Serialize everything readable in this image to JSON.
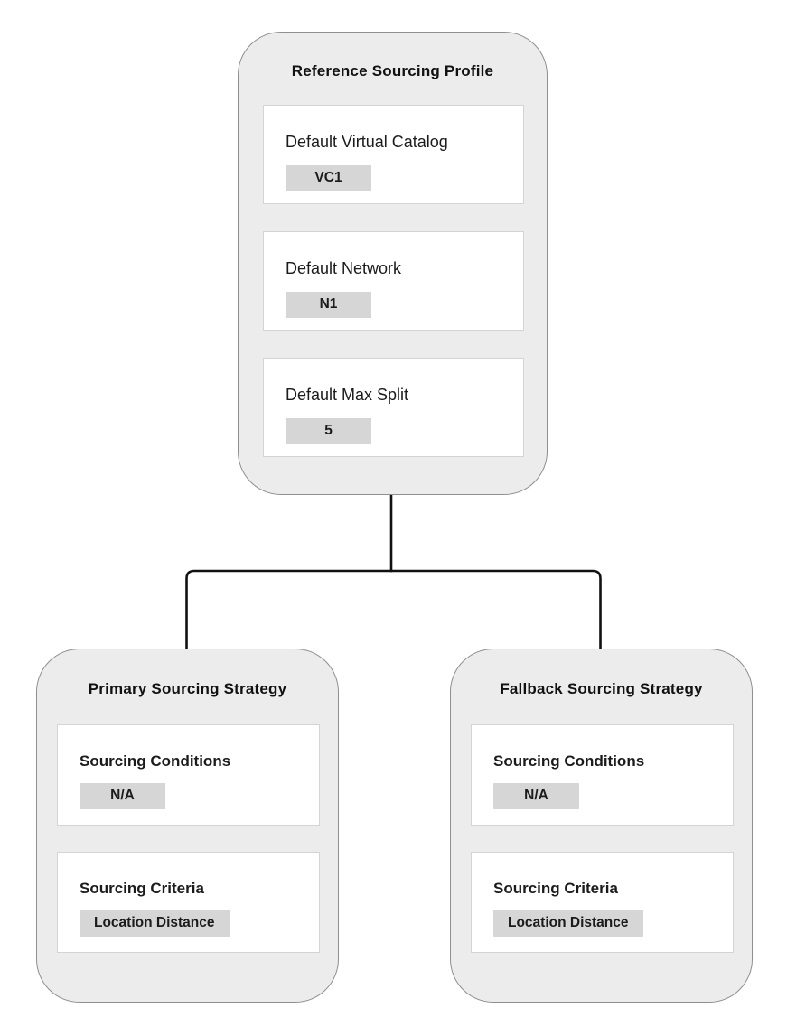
{
  "colors": {
    "card_bg": "#ececec",
    "card_border": "#8f8f8f",
    "box_bg": "#ffffff",
    "box_border": "#d4d4d4",
    "badge_bg": "#d6d6d6",
    "text": "#111111",
    "connector": "#111111"
  },
  "root_card": {
    "title": "Reference Sourcing Profile",
    "fields": [
      {
        "label": "Default Virtual Catalog",
        "value": "VC1"
      },
      {
        "label": "Default Network",
        "value": "N1"
      },
      {
        "label": "Default Max Split",
        "value": "5"
      }
    ]
  },
  "children": [
    {
      "title": "Primary Sourcing Strategy",
      "fields": [
        {
          "label": "Sourcing Conditions",
          "value": "N/A"
        },
        {
          "label": "Sourcing Criteria",
          "value": "Location Distance"
        }
      ]
    },
    {
      "title": "Fallback Sourcing Strategy",
      "fields": [
        {
          "label": "Sourcing Conditions",
          "value": "N/A"
        },
        {
          "label": "Sourcing Criteria",
          "value": "Location Distance"
        }
      ]
    }
  ]
}
